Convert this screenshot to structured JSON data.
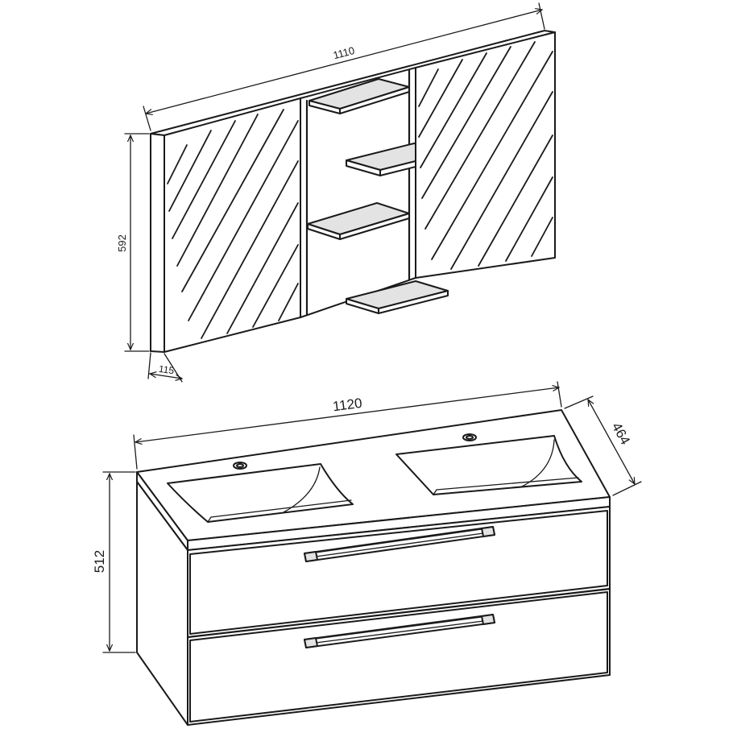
{
  "mirror_cabinet": {
    "width_label": "1110",
    "height_label": "592",
    "depth_label": "115"
  },
  "vanity_unit": {
    "width_label": "1120",
    "depth_label": "464",
    "height_label": "512"
  }
}
